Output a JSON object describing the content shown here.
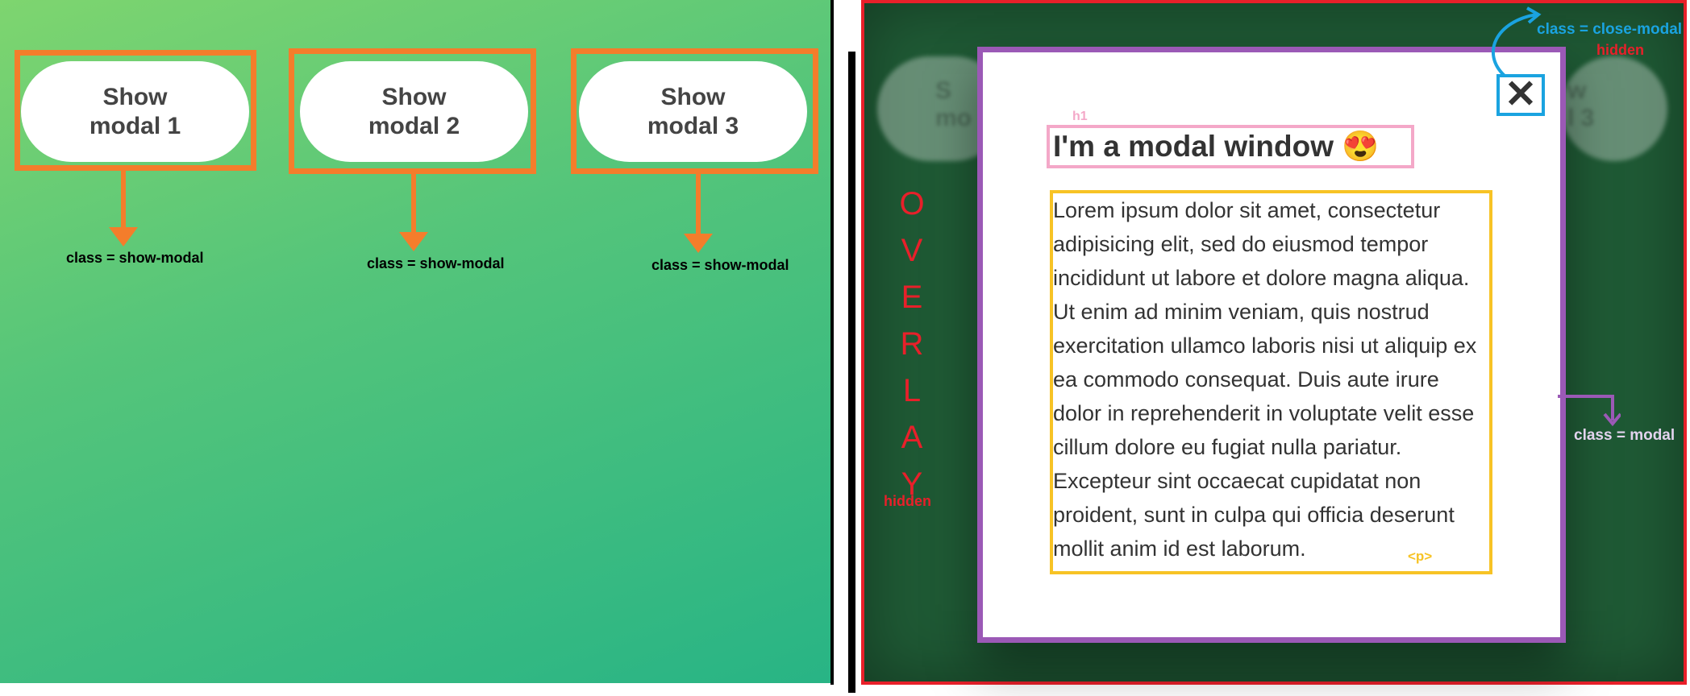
{
  "left": {
    "buttons": [
      {
        "label": "Show modal 1",
        "annotation": "button",
        "class_note": "class = show-modal"
      },
      {
        "label": "Show modal 2",
        "annotation": "button",
        "class_note": "class = show-modal"
      },
      {
        "label": "Show modal 3",
        "annotation": "button",
        "class_note": "class = show-modal"
      }
    ]
  },
  "overlay": {
    "letters": [
      "O",
      "V",
      "E",
      "R",
      "L",
      "A",
      "Y"
    ],
    "hidden_note": "hidden"
  },
  "modal": {
    "close_symbol": "✕",
    "close_class_note": "class = close-modal",
    "close_hidden_note": "hidden",
    "h1_tag": "h1",
    "title": "I'm a modal window 😍",
    "text": "Lorem ipsum dolor sit amet, consectetur adipisicing elit, sed do eiusmod tempor incididunt ut labore et dolore magna aliqua. Ut enim ad minim veniam, quis nostrud exercitation ullamco laboris nisi ut aliquip ex ea commodo consequat. Duis aute irure dolor in reprehenderit in voluptate velit esse cillum dolore eu fugiat nulla pariatur. Excepteur sint occaecat cupidatat non proident, sunt in culpa qui officia deserunt mollit anim id est laborum.",
    "p_tag": "<p>",
    "class_note": "class = modal"
  },
  "colors": {
    "annotation_orange": "#f47d2b",
    "overlay_red": "#e8202a",
    "modal_purple": "#9b59b6",
    "close_blue": "#1aa3e0",
    "h1_pink": "#f4a8c8",
    "p_yellow": "#f7c325"
  }
}
